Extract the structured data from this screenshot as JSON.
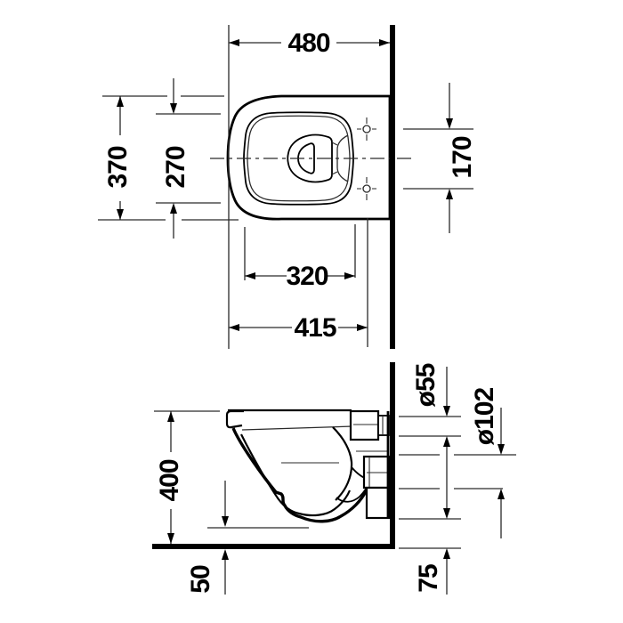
{
  "drawing": {
    "type": "technical-installation-drawing",
    "subject": "wall-hung toilet",
    "colors": {
      "line": "#000000",
      "background": "#ffffff"
    }
  },
  "top_view": {
    "depth": "480",
    "overall_width": "370",
    "inner_width": "270",
    "fixing_hole_spacing": "170",
    "rear_width_inner": "320",
    "rear_width_outer": "415"
  },
  "side_view": {
    "height": "400",
    "underside_clearance": "50",
    "inlet_diameter": "ø55",
    "outlet_diameter": "ø102",
    "outlet_bottom_offset": "75"
  }
}
